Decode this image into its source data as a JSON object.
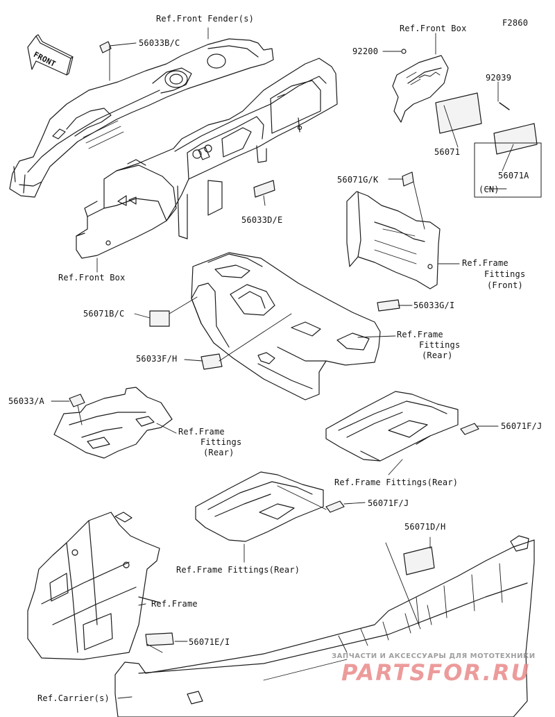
{
  "figure_code": "F2860",
  "front_arrow": "FRONT",
  "labels": {
    "ref_front_fenders": "Ref.Front Fender(s)",
    "p56033bc": "56033B/C",
    "ref_front_box_top": "Ref.Front Box",
    "p92200": "92200",
    "p92039": "92039",
    "p56071": "56071",
    "p56071a": "56071A",
    "cn": "(CN)",
    "p56071gk": "56071G/K",
    "p56033de": "56033D/E",
    "ref_front_box_left": "Ref.Front Box",
    "ref_frame_fittings_front_l1": "Ref.Frame",
    "ref_frame_fittings_front_l2": "Fittings",
    "ref_frame_fittings_front_l3": "(Front)",
    "p56071bc": "56071B/C",
    "p56033gi": "56033G/I",
    "ref_ff_rear_center_l1": "Ref.Frame",
    "ref_ff_rear_center_l2": "Fittings",
    "ref_ff_rear_center_l3": "(Rear)",
    "p56033fh": "56033F/H",
    "p56033a": "56033/A",
    "ref_ff_rear_left_l1": "Ref.Frame",
    "ref_ff_rear_left_l2": "Fittings",
    "ref_ff_rear_left_l3": "(Rear)",
    "p56071fj_right": "56071F/J",
    "ref_ff_rear_right": "Ref.Frame Fittings(Rear)",
    "p56071fj_mid": "56071F/J",
    "ref_ff_rear_mid": "Ref.Frame Fittings(Rear)",
    "p56071dh": "56071D/H",
    "ref_frame": "Ref.Frame",
    "p56071ei": "56071E/I",
    "ref_carriers": "Ref.Carrier(s)"
  },
  "watermark": {
    "tagline": "ЗАПЧАСТИ И АКСЕССУАРЫ ДЛЯ МОТОТЕХНИКИ",
    "brand": "PARTSFOR.RU"
  },
  "colors": {
    "line": "#1a1a1a",
    "watermark": "#e98a8a"
  }
}
